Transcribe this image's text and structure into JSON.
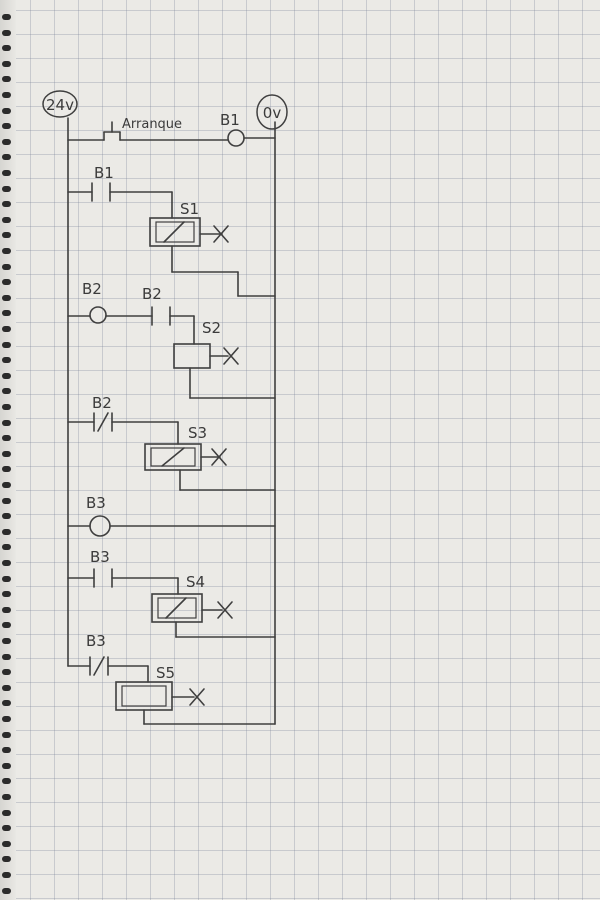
{
  "rails": {
    "left_label": "24v",
    "right_label": "0v"
  },
  "rungs": [
    {
      "contact_label": "Arranque",
      "lamp_label": "B1"
    },
    {
      "contact_label": "B1",
      "coil_label": "S1"
    },
    {
      "lamp_label": "B2",
      "contact_label": "B2",
      "coil_label": "S2"
    },
    {
      "contact_label": "B2",
      "coil_label": "S3"
    },
    {
      "lamp_label": "B3"
    },
    {
      "contact_label": "B3",
      "coil_label": "S4"
    },
    {
      "contact_label": "B3",
      "coil_label": "S5"
    }
  ],
  "colors": {
    "ink": "#3f3f3f",
    "paper": "#ebeae6",
    "grid": "#a6adba"
  }
}
